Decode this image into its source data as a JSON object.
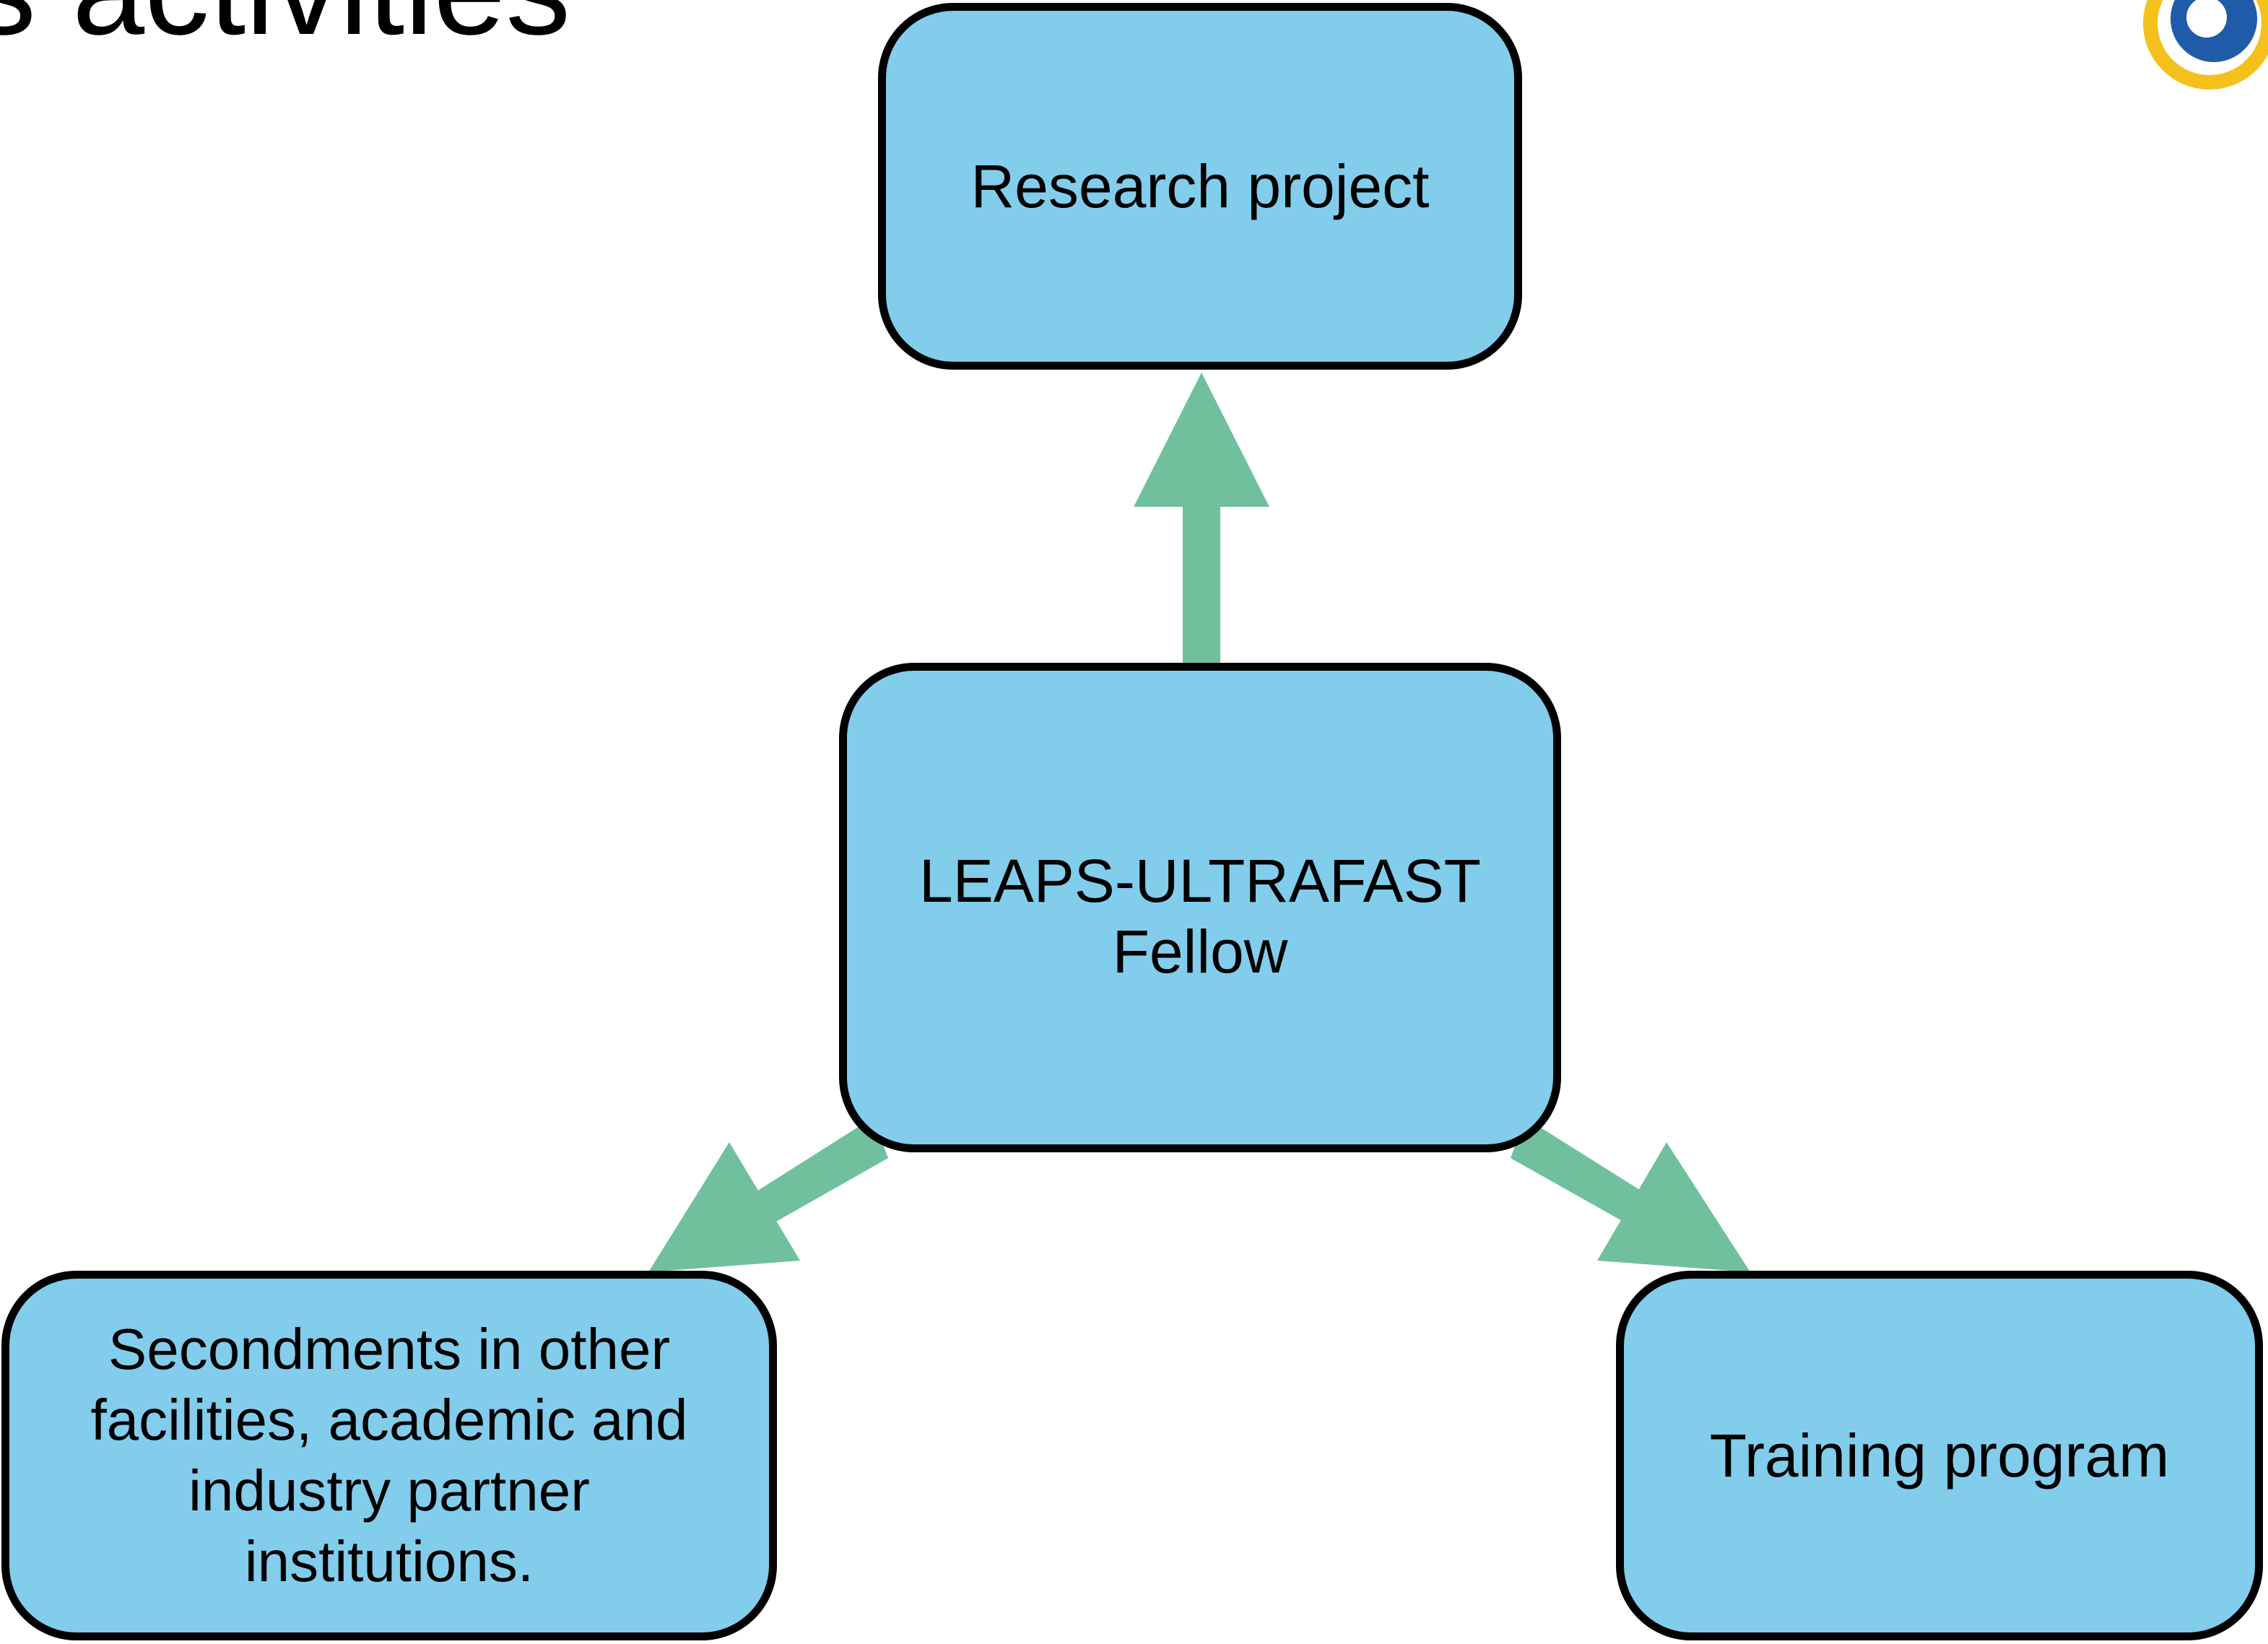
{
  "slide": {
    "title": "s activities"
  },
  "colors": {
    "box_fill": "#82CDEC",
    "box_border": "#000000",
    "arrow": "#70C09E",
    "logo_yellow": "#F4C11C",
    "logo_blue": "#1F5BA8"
  },
  "diagram": {
    "nodes": {
      "research": {
        "label": "Research project"
      },
      "fellow": {
        "label": "LEAPS-ULTRAFAST\nFellow"
      },
      "secondments": {
        "label": "Secondments in other\nfacilities, academic and\nindustry partner\ninstitutions."
      },
      "training": {
        "label": "Training program"
      }
    },
    "edges": [
      {
        "from": "fellow",
        "to": "research"
      },
      {
        "from": "fellow",
        "to": "secondments"
      },
      {
        "from": "fellow",
        "to": "training"
      }
    ]
  },
  "logo": {
    "icon": "organization-logo-icon"
  }
}
